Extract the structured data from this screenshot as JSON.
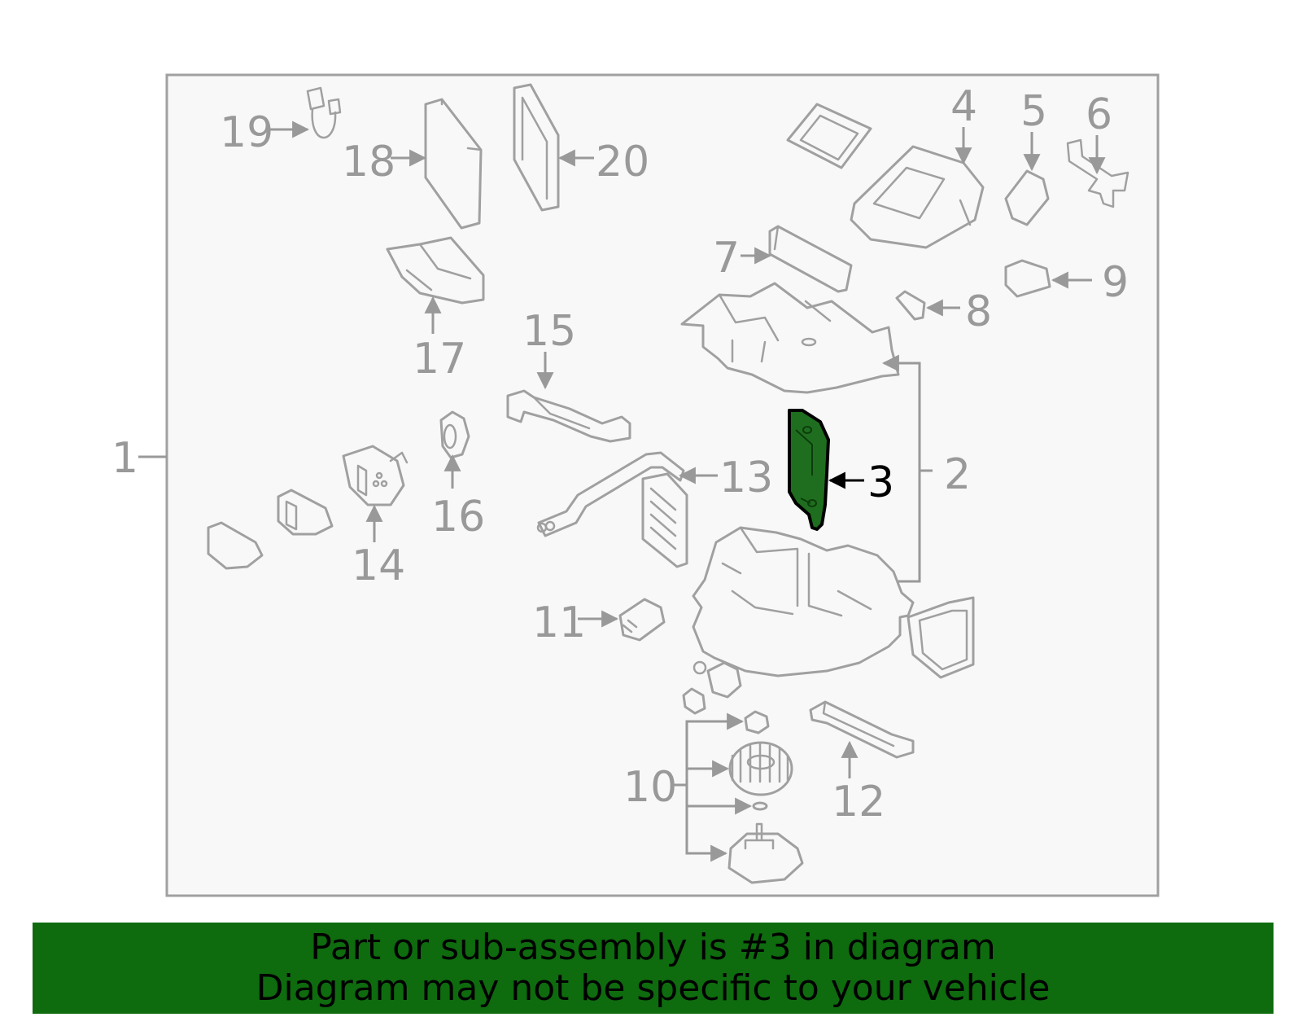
{
  "colors": {
    "frame": "#a0a0a0",
    "callout_text": "#999999",
    "highlight_part": "#1f6e1f",
    "highlight_text": "#000000",
    "banner_background": "#0e6b0e",
    "banner_text": "#000000"
  },
  "highlighted_callout": "3",
  "callouts": {
    "c1": "1",
    "c2": "2",
    "c3": "3",
    "c4": "4",
    "c5": "5",
    "c6": "6",
    "c7": "7",
    "c8": "8",
    "c9": "9",
    "c10": "10",
    "c11": "11",
    "c12": "12",
    "c13": "13",
    "c14": "14",
    "c15": "15",
    "c16": "16",
    "c17": "17",
    "c18": "18",
    "c19": "19",
    "c20": "20"
  },
  "banner": {
    "line1": "Part or sub-assembly is #3 in diagram",
    "line2": "Diagram may not be specific to your vehicle"
  }
}
